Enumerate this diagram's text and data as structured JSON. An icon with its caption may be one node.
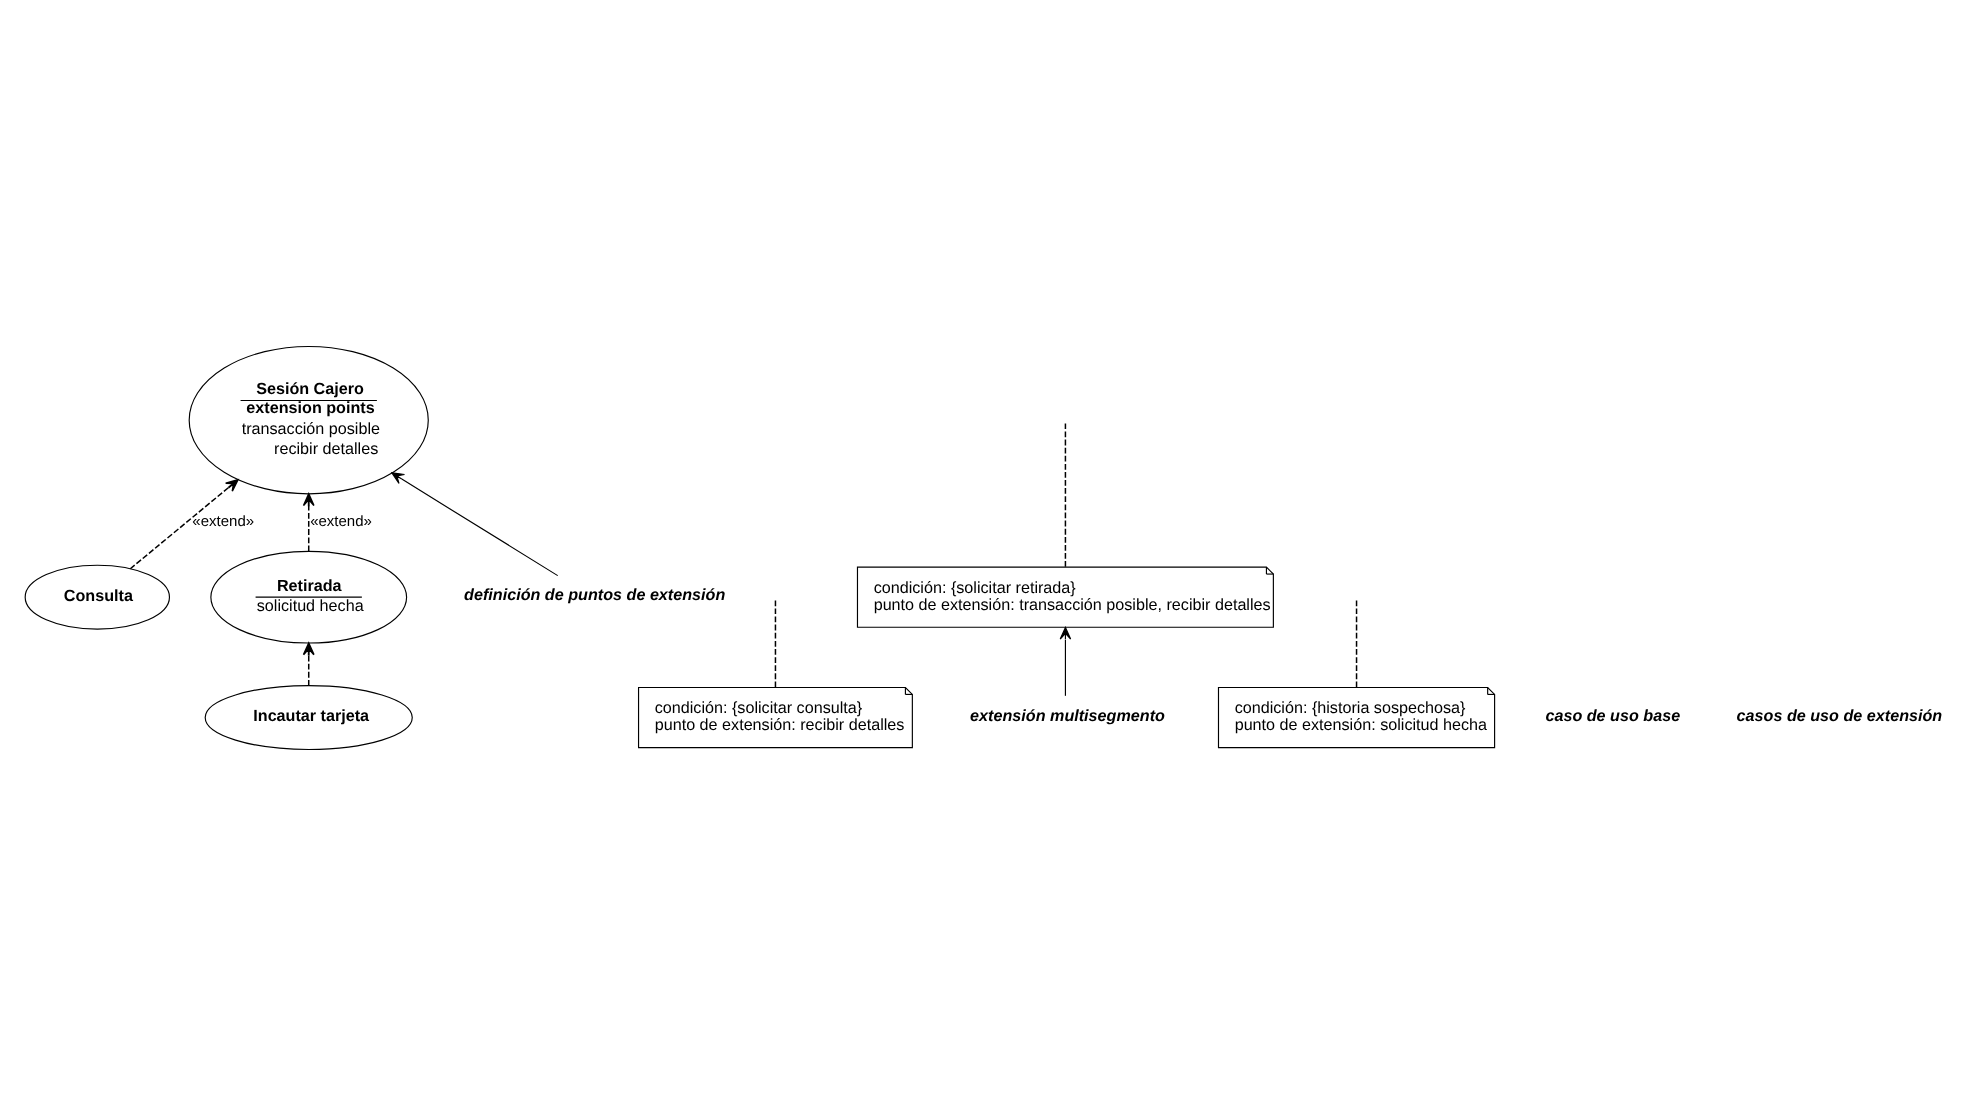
{
  "diagram": {
    "nodes": [
      {
        "text": [
          "Sesión Cajero",
          "extension points",
          "transacción posible",
          "recibir detalles"
        ]
      },
      {
        "text": [
          "condición: {solicitar consulta}",
          "punto de extensión: recibir detalles"
        ]
      },
      {
        "text": [
          "condición: {solicitar retirada}",
          "punto de extensión: transacción posible, recibir detalles"
        ]
      },
      {
        "text": [
          "Consulta"
        ]
      },
      {
        "text": [
          "Retirada",
          "solicitud hecha"
        ]
      },
      {
        "text": [
          "Incautar tarjeta"
        ]
      },
      {
        "text": [
          "condición: {historia sospechosa}",
          "punto de extensión: solicitud hecha"
        ]
      },
      {
        "text": [
          "definición de puntos de extensión"
        ]
      },
      {
        "text": [
          "extensión multisegmento"
        ]
      }
    ],
    "edges": [
      {
        "from": 3,
        "to": 0,
        "arrow": "to",
        "style": "dashed",
        "label": "«extend»"
      },
      {
        "from": 4,
        "to": 0,
        "arrow": "to",
        "style": "dashed",
        "label": "«extend»"
      },
      {
        "from": 5,
        "to": 4,
        "arrow": "to",
        "style": "dashed"
      },
      {
        "from": 1,
        "to": null,
        "arrow": "none",
        "style": "dashed"
      },
      {
        "from": 2,
        "to": null,
        "arrow": "none",
        "style": "dashed"
      },
      {
        "from": 6,
        "to": null,
        "arrow": "none",
        "style": "dashed"
      },
      {
        "from": 7,
        "to": 0,
        "arrow": "to"
      },
      {
        "from": 8,
        "to": 2,
        "arrow": "to"
      }
    ],
    "labels": [
      "caso de uso base",
      "casos de uso de extensión"
    ]
  }
}
